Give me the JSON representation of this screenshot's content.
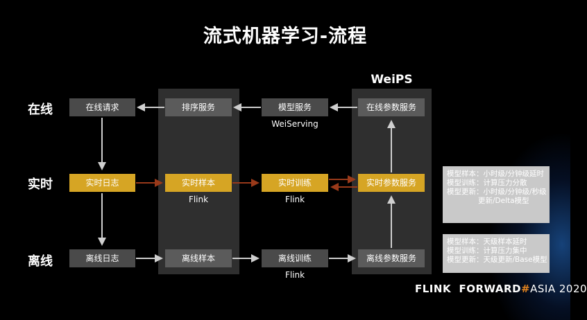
{
  "title": "流式机器学习-流程",
  "rows": {
    "online": "在线",
    "realtime": "实时",
    "offline": "离线"
  },
  "weips_label": "WeiPS",
  "boxes": {
    "online_request": "在线请求",
    "rank_service": "排序服务",
    "model_service": "模型服务",
    "online_param_service": "在线参数服务",
    "realtime_log": "实时日志",
    "realtime_sample": "实时样本",
    "realtime_train": "实时训练",
    "realtime_param_service": "实时参数服务",
    "offline_log": "离线日志",
    "offline_sample": "离线样本",
    "offline_train": "离线训练",
    "offline_param_service": "离线参数服务"
  },
  "captions": {
    "weiserving": "WeiServing",
    "flink_sample": "Flink",
    "flink_train": "Flink",
    "flink_offline": "Flink"
  },
  "notes": {
    "realtime": [
      "模型样本：小时级/分钟级延时",
      "模型训练：计算压力分散",
      "模型更新：小时级/分钟级/秒级",
      "更新/Delta模型"
    ],
    "offline": [
      "模型样本：天级样本延时",
      "模型训练：计算压力集中",
      "模型更新：天级更新/Base模型"
    ]
  },
  "footer": {
    "part1": "FLINK  FORWARD",
    "hash": "#",
    "part2": "ASIA",
    "year": " 2020"
  },
  "colors": {
    "gold": "#d6a524",
    "box_gray": "#4a4a4a",
    "column_bg": "#2f2f2f",
    "note_bg": "#c9c9c9",
    "arrow_red": "#9a3a1a",
    "arrow_gray": "#cfcfcf",
    "accent_orange": "#e0821e"
  }
}
